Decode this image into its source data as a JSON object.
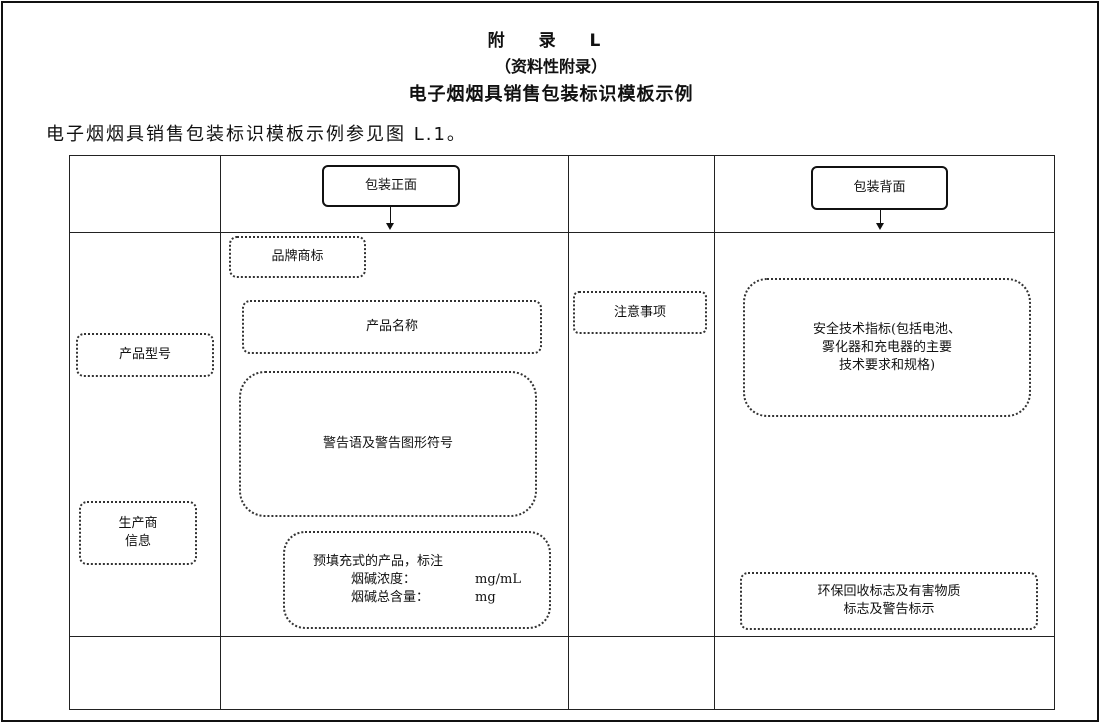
{
  "header": {
    "appendix_title": "附 录 L",
    "appendix_type": "（资料性附录）",
    "appendix_name": "电子烟烟具销售包装标识模板示例"
  },
  "intro_text": "电子烟烟具销售包装标识模板示例参见图 L.1。",
  "diagram": {
    "front_header": "包装正面",
    "back_header": "包装背面",
    "brand_mark": "品牌商标",
    "product_name": "产品名称",
    "warning": "警告语及警告图形符号",
    "prefilled": {
      "line1": "预填充式的产品，标注",
      "nicotine_concentration_label": "烟碱浓度：",
      "nicotine_concentration_unit": "mg/mL",
      "nicotine_total_label": "烟碱总含量：",
      "nicotine_total_unit": "mg"
    },
    "product_model": "产品型号",
    "manufacturer_line1": "生产商",
    "manufacturer_line2": "信息",
    "precautions": "注意事项",
    "safety_specs": {
      "line1": "安全技术指标(包括电池、",
      "line2": "雾化器和充电器的主要",
      "line3": "技术要求和规格)"
    },
    "recycle": {
      "line1": "环保回收标志及有害物质",
      "line2": "标志及警告标示"
    }
  }
}
